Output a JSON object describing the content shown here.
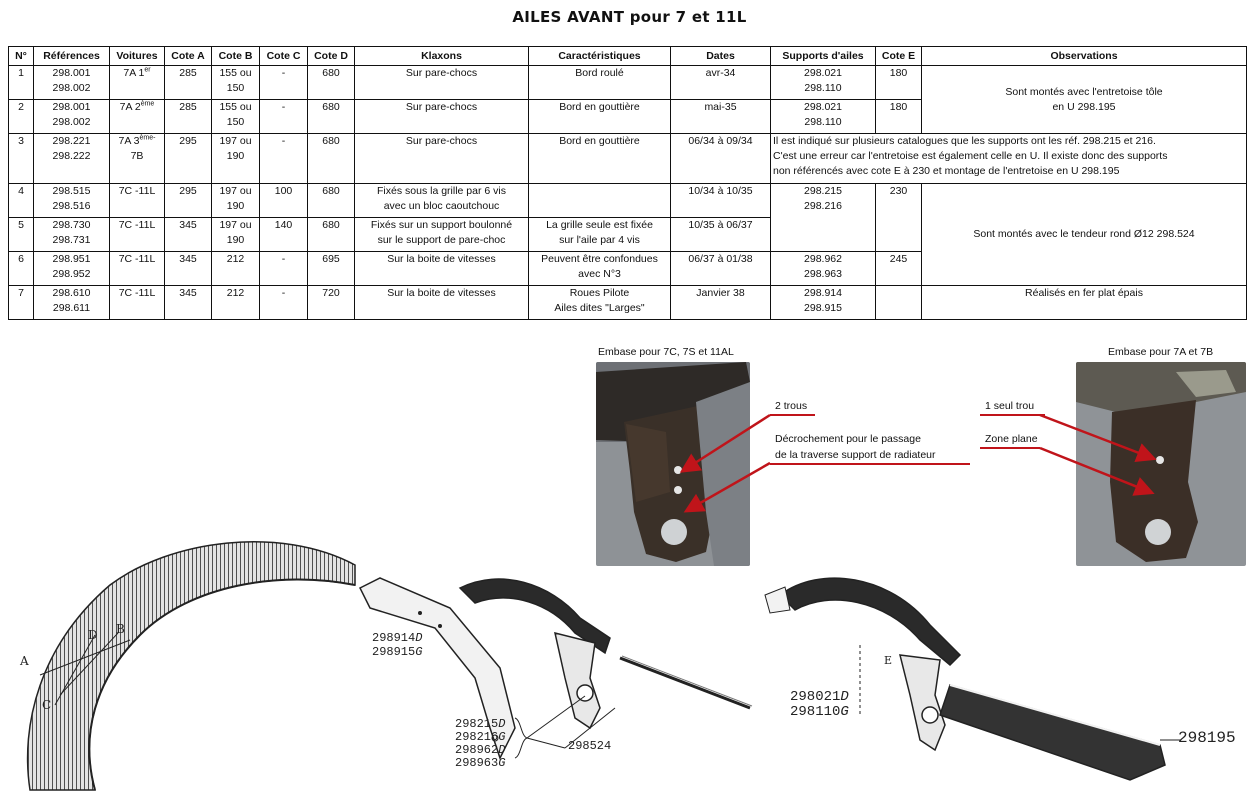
{
  "title": "AILES AVANT pour 7 et 11L",
  "table": {
    "headers": [
      "N°",
      "Références",
      "Voitures",
      "Cote A",
      "Cote B",
      "Cote C",
      "Cote D",
      "Klaxons",
      "Caractéristiques",
      "Dates",
      "Supports d'ailes",
      "Cote E",
      "Observations"
    ],
    "rows": [
      {
        "n": "1",
        "ref1": "298.001",
        "ref2": "298.002",
        "car1": "7A 1",
        "car1_sup": "er",
        "car2": "",
        "a": "285",
        "b1": "155 ou",
        "b2": "150",
        "c": "-",
        "d": "680",
        "klaxon1": "Sur pare-chocs",
        "klaxon2": "",
        "carac1": "Bord roulé",
        "carac2": "",
        "date": "avr-34",
        "sup1": "298.021",
        "sup2": "298.110",
        "e": "180"
      },
      {
        "n": "2",
        "ref1": "298.001",
        "ref2": "298.002",
        "car1": "7A 2",
        "car1_sup": "ème",
        "car2": "",
        "a": "285",
        "b1": "155 ou",
        "b2": "150",
        "c": "-",
        "d": "680",
        "klaxon1": "Sur pare-chocs",
        "klaxon2": "",
        "carac1": "Bord en gouttière",
        "carac2": "",
        "date": "mai-35",
        "sup1": "298.021",
        "sup2": "298.110",
        "e": "180"
      },
      {
        "n": "3",
        "ref1": "298.221",
        "ref2": "298.222",
        "car1": "7A 3",
        "car1_sup": "ème-",
        "car2": "7B",
        "a": "295",
        "b1": "197 ou",
        "b2": "190",
        "c": "-",
        "d": "680",
        "klaxon1": "Sur pare-chocs",
        "klaxon2": "",
        "carac1": "Bord en gouttière",
        "carac2": "",
        "date": "06/34 à 09/34",
        "sup1": "",
        "sup2": "",
        "e": ""
      },
      {
        "n": "4",
        "ref1": "298.515",
        "ref2": "298.516",
        "car1": "7C -11L",
        "car1_sup": "",
        "car2": "",
        "a": "295",
        "b1": "197 ou",
        "b2": "190",
        "c": "100",
        "d": "680",
        "klaxon1": "Fixés sous la grille par 6 vis",
        "klaxon2": "avec un bloc caoutchouc",
        "carac1": "",
        "carac2": "",
        "date": "10/34 à 10/35",
        "sup1": "298.215",
        "sup2": "298.216",
        "e": "230"
      },
      {
        "n": "5",
        "ref1": "298.730",
        "ref2": "298.731",
        "car1": "7C -11L",
        "car1_sup": "",
        "car2": "",
        "a": "345",
        "b1": "197 ou",
        "b2": "190",
        "c": "140",
        "d": "680",
        "klaxon1": "Fixés sur un support boulonné",
        "klaxon2": "sur le support de pare-choc",
        "carac1": "La grille seule est fixée",
        "carac2": "sur l'aile par 4 vis",
        "date": "10/35 à 06/37",
        "sup1": "",
        "sup2": "",
        "e": ""
      },
      {
        "n": "6",
        "ref1": "298.951",
        "ref2": "298.952",
        "car1": "7C -11L",
        "car1_sup": "",
        "car2": "",
        "a": "345",
        "b1": "212",
        "b2": "",
        "c": "-",
        "d": "695",
        "klaxon1": "Sur la boite de vitesses",
        "klaxon2": "",
        "carac1": "Peuvent être confondues",
        "carac2": "avec N°3",
        "date": "06/37 à 01/38",
        "sup1": "298.962",
        "sup2": "298.963",
        "e": "245"
      },
      {
        "n": "7",
        "ref1": "298.610",
        "ref2": "298.611",
        "car1": "7C -11L",
        "car1_sup": "",
        "car2": "",
        "a": "345",
        "b1": "212",
        "b2": "",
        "c": "-",
        "d": "720",
        "klaxon1": "Sur la boite de vitesses",
        "klaxon2": "",
        "carac1": "Roues Pilote",
        "carac2": "Ailes dites \"Larges\"",
        "date": "Janvier 38",
        "sup1": "298.914",
        "sup2": "298.915",
        "e": ""
      }
    ],
    "observations": {
      "rows_1_2": [
        "Sont montés avec l'entretoise tôle",
        "en U 298.195"
      ],
      "row_3": [
        "Il est indiqué sur plusieurs catalogues que les supports ont les réf. 298.215 et 216.",
        "C'est une erreur car l'entretoise est également celle en U. Il existe donc des supports",
        "non référencés avec cote E à 230 et montage de l'entretoise en U 298.195"
      ],
      "rows_4_6": "Sont montés avec le tendeur rond Ø12 298.524",
      "row_7": "Réalisés en fer plat épais"
    }
  },
  "photos": {
    "left": {
      "caption": "Embase pour 7C, 7S et 11AL",
      "annotation_1": "2 trous",
      "annotation_2_line1": "Décrochement pour le passage",
      "annotation_2_line2": "de la traverse support de radiateur"
    },
    "right": {
      "caption": "Embase pour 7A et 7B",
      "annotation_1": "1 seul trou",
      "annotation_2": "Zone plane"
    }
  },
  "drawings": {
    "fender_letters": [
      "A",
      "B",
      "C",
      "D"
    ],
    "label_298914": "298914",
    "label_298914_side": "D",
    "label_298915": "298915",
    "label_298915_side": "G",
    "label_298215": "298215",
    "label_298215_side": "D",
    "label_298216": "298216",
    "label_298216_side": "G",
    "label_298962": "298962",
    "label_298962_side": "D",
    "label_298963": "298963",
    "label_298963_side": "G",
    "label_298524": "298524",
    "label_298021": "298021",
    "label_298021_side": "D",
    "label_298110": "298110",
    "label_298110_side": "G",
    "label_298195": "298195",
    "letter_e": "E"
  },
  "colors": {
    "annotation_red": "#c0141a",
    "table_border": "#111111"
  }
}
